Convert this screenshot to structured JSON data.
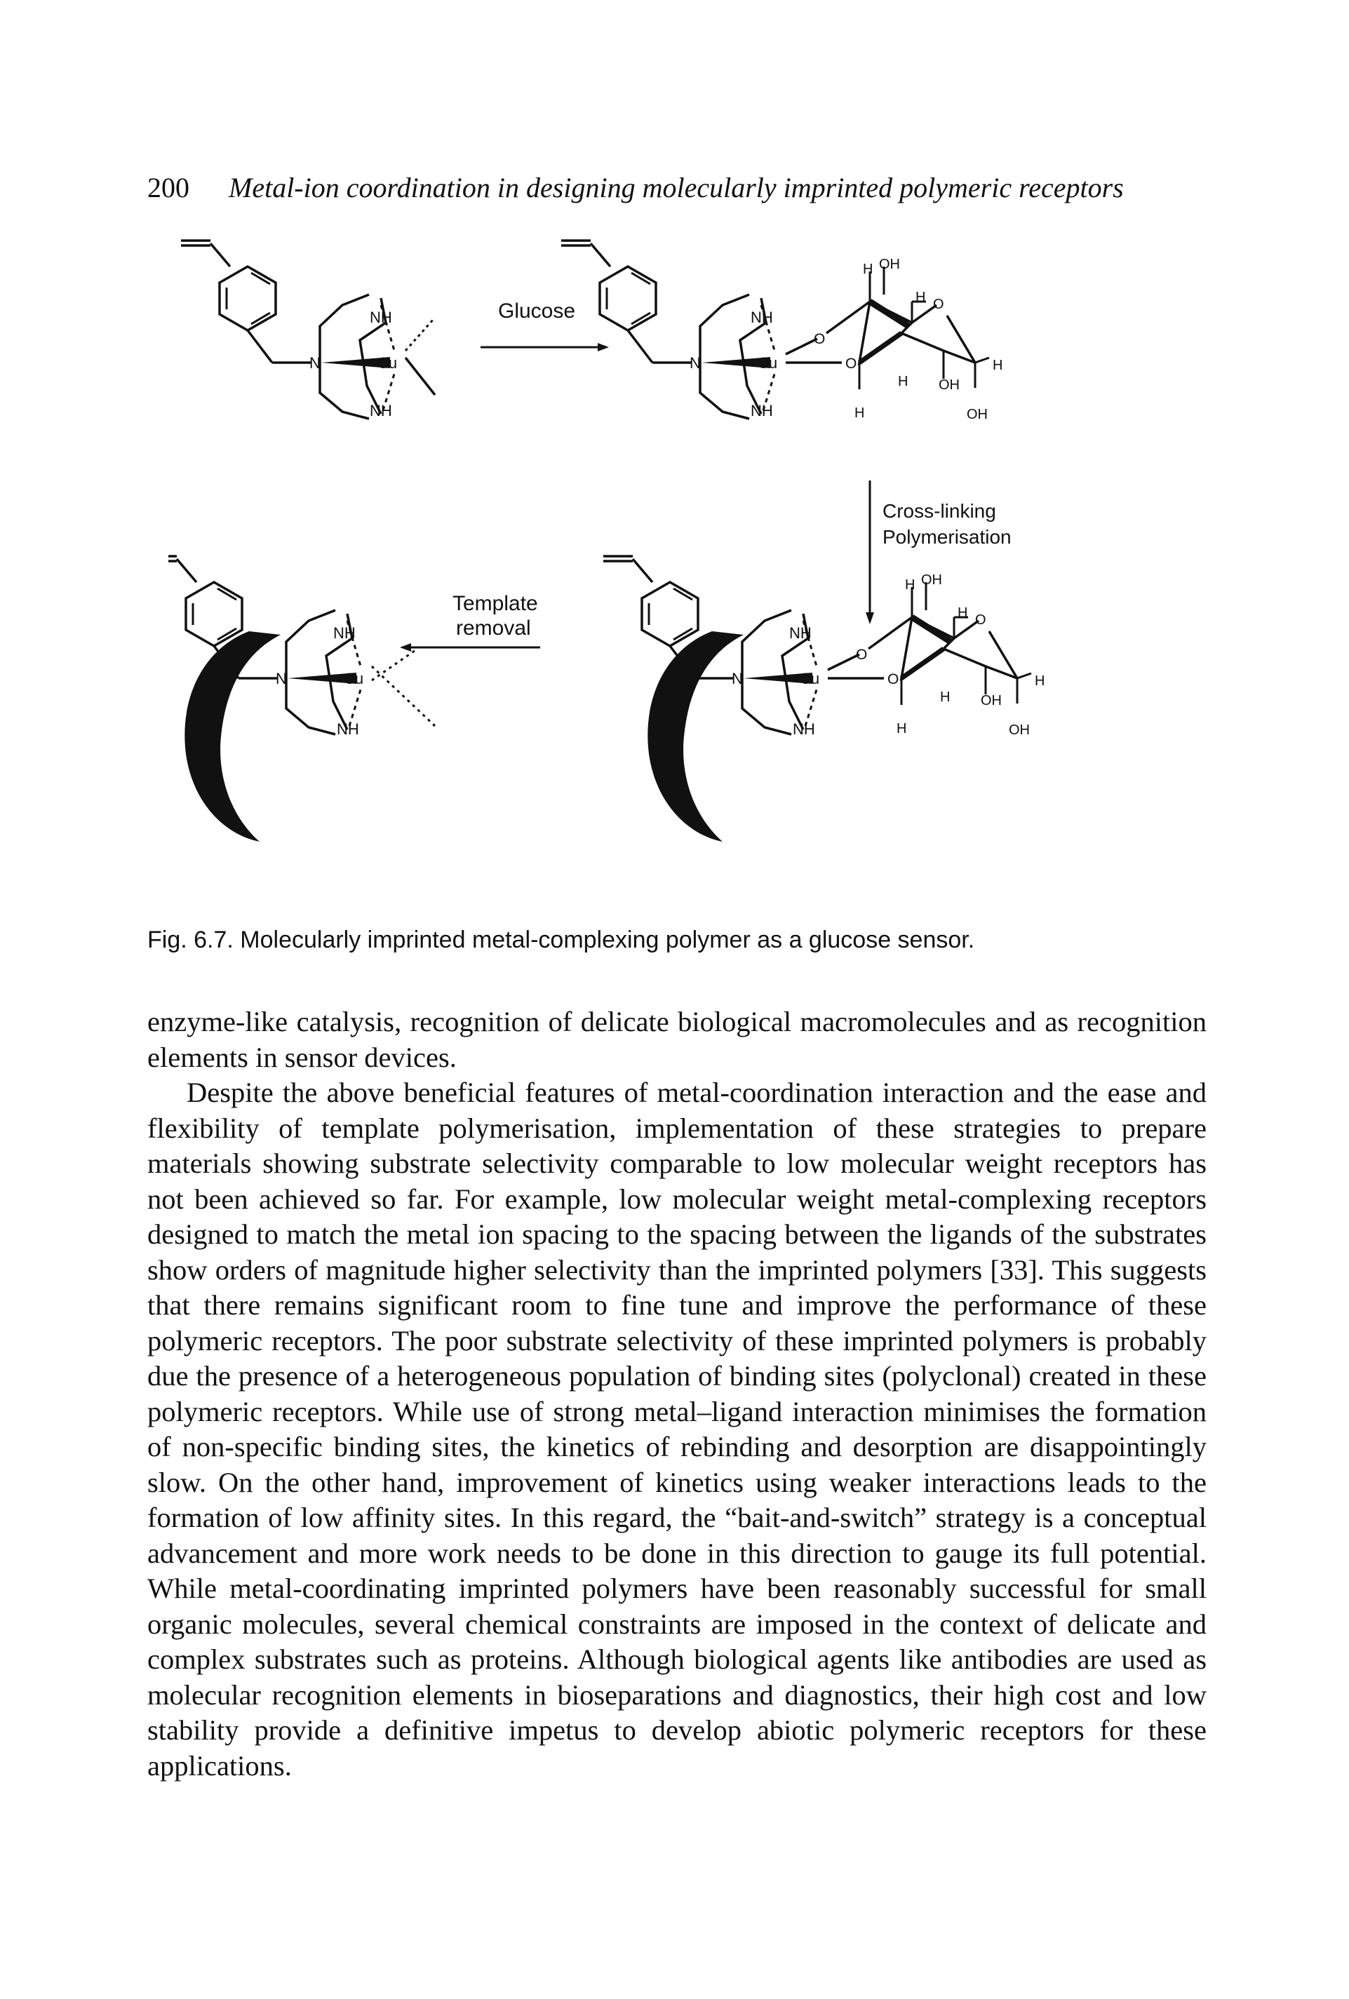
{
  "header": {
    "page_number": "200",
    "running_title": "Metal-ion coordination in designing molecularly imprinted polymeric receptors"
  },
  "figure": {
    "arrow_labels": {
      "glucose": "Glucose",
      "cross_linking_line1": "Cross-linking",
      "cross_linking_line2": "Polymerisation",
      "template_line1": "Template",
      "template_line2": "removal"
    },
    "atom_labels": {
      "nh": "NH",
      "n": "N",
      "cu": "Cu",
      "h": "H",
      "oh": "OH",
      "o": "O"
    },
    "caption": "Fig. 6.7. Molecularly imprinted metal-complexing polymer as a glucose sensor."
  },
  "body": {
    "paragraphs": [
      "enzyme-like catalysis, recognition of delicate biological macromolecules and as recognition elements in sensor devices.",
      "Despite the above beneficial features of metal-coordination interaction and the ease and flexibility of template polymerisation, implementation of these strategies to prepare materials showing substrate selectivity comparable to low molecular weight receptors has not been achieved so far. For example, low molecular weight metal-complexing receptors designed to match the metal ion spacing to the spacing between the ligands of the substrates show orders of magnitude higher selectivity than the imprinted polymers [33]. This suggests that there remains significant room to fine tune and improve the performance of these polymeric receptors. The poor substrate selectivity of these imprinted polymers is probably due the presence of a heterogeneous population of binding sites (polyclonal) created in these polymeric receptors. While use of strong metal–ligand interaction minimises the formation of non-specific binding sites, the kinetics of rebinding and desorption are disappointingly slow. On the other hand, improvement of kinetics using weaker interactions leads to the formation of low affinity sites. In this regard, the “bait-and-switch” strategy is a conceptual advancement and more work needs to be done in this direction to gauge its full potential. While metal-coordinating imprinted polymers have been reasonably successful for small organic molecules, several chemical constraints are imposed in the context of delicate and complex substrates such as proteins. Although biological agents like antibodies are used as molecular recognition elements in bioseparations and diagnostics, their high cost and low stability provide a definitive impetus to develop abiotic polymeric receptors for these applications."
    ]
  }
}
